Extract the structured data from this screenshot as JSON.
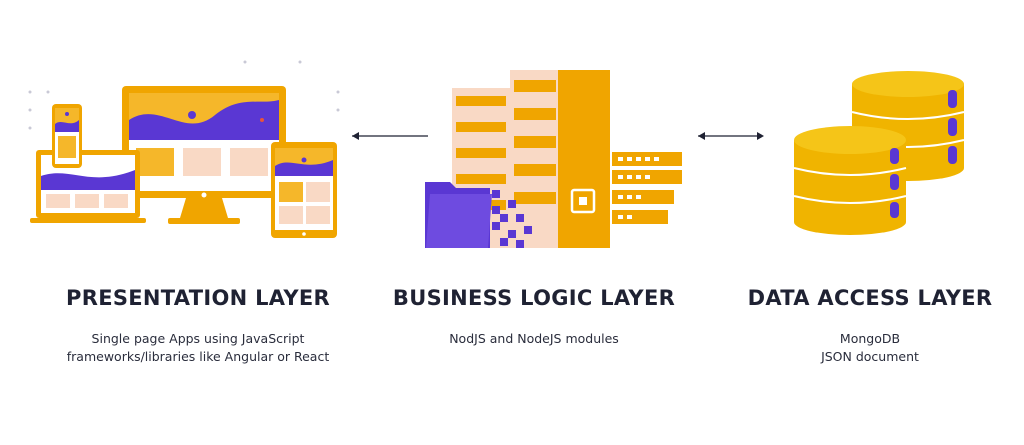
{
  "colors": {
    "orange": "#F0A500",
    "gold": "#F5C518",
    "peach": "#F9D9C5",
    "purple": "#5A37D3",
    "dark": "#1F2233"
  },
  "layers": [
    {
      "title": "PRESENTATION LAYER",
      "description": [
        "Single page Apps using JavaScript",
        "frameworks/libraries like Angular or React"
      ],
      "icon": "responsive-devices-icon"
    },
    {
      "title": "BUSINESS LOGIC LAYER",
      "description": [
        "NodJS and NodeJS modules"
      ],
      "icon": "server-rack-icon"
    },
    {
      "title": "DATA ACCESS LAYER",
      "description": [
        "MongoDB",
        "JSON document"
      ],
      "icon": "database-icon"
    }
  ],
  "connectors": [
    {
      "from": "business-logic-layer",
      "to": "presentation-layer",
      "direction": "left"
    },
    {
      "between": [
        "business-logic-layer",
        "data-access-layer"
      ],
      "direction": "both"
    }
  ]
}
